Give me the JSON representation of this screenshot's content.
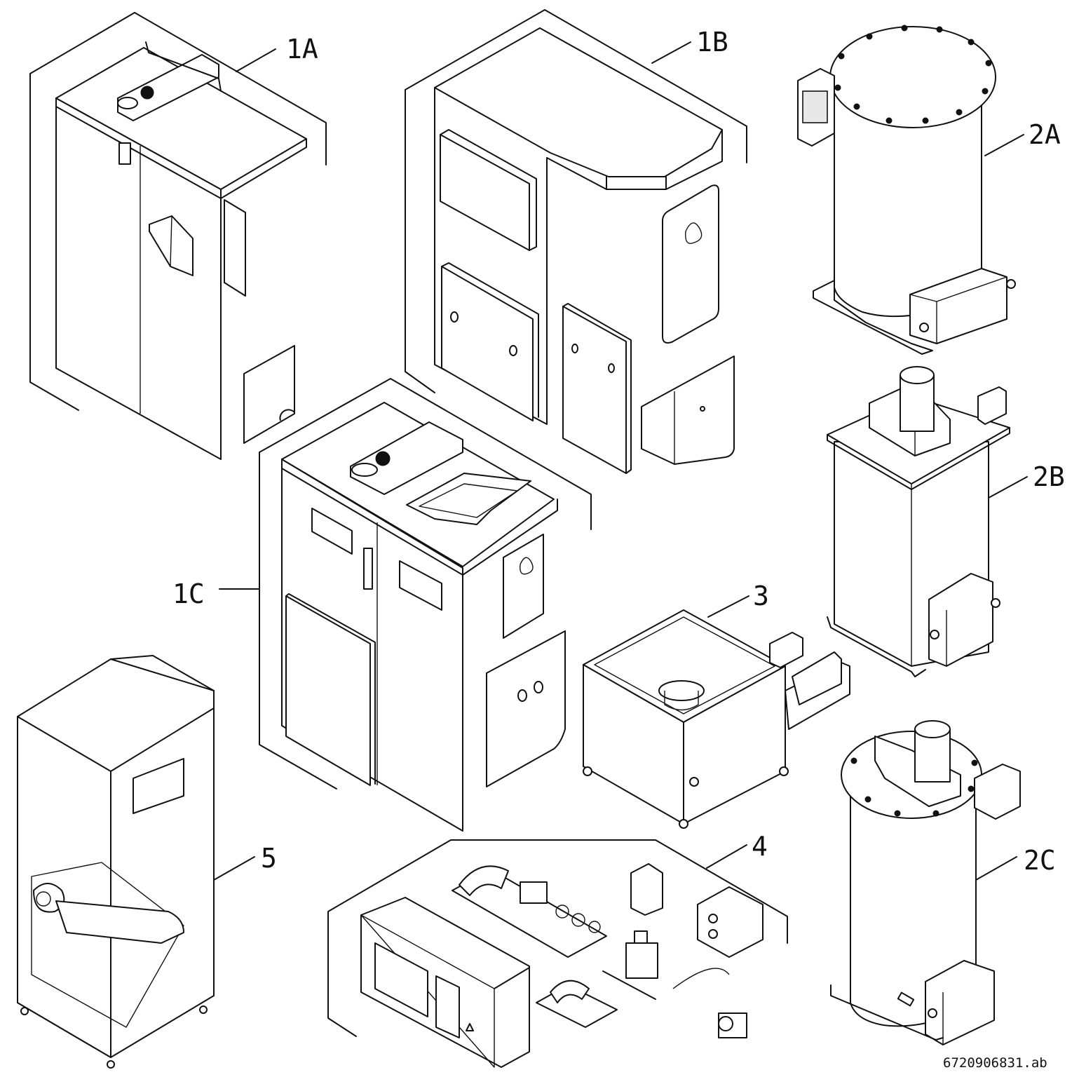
{
  "callouts": {
    "c1A": "1A",
    "c1B": "1B",
    "c1C": "1C",
    "c2A": "2A",
    "c2B": "2B",
    "c2C": "2C",
    "c3": "3",
    "c4": "4",
    "c5": "5"
  },
  "drawing_code": "6720906831.ab"
}
